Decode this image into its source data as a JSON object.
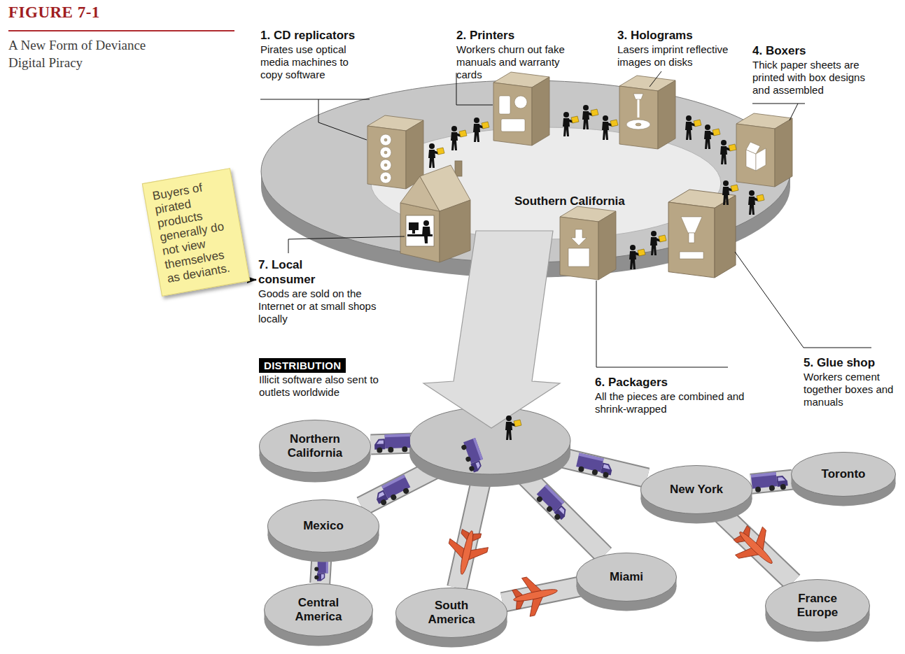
{
  "diagram": {
    "title": "FIGURE 7-1",
    "caption": "A New Form of Deviance Digital Piracy",
    "nodes": [
      {
        "text": [
          "Southern California"
        ]
      },
      {
        "text": [
          "1. CD replicators",
          "Pirates use optical media machines to copy software"
        ]
      },
      {
        "text": [
          "2. Printers",
          "Workers churn out fake manuals and warranty cards"
        ]
      },
      {
        "text": [
          "3. Holograms",
          "Lasers imprint reflective images on disks"
        ]
      },
      {
        "text": [
          "4. Boxers",
          "Thick paper sheets are printed with box designs and assembled"
        ]
      },
      {
        "text": [
          "5. Glue shop",
          "Workers cement together boxes and manuals"
        ]
      },
      {
        "text": [
          "6. Packagers",
          "All the pieces are combined and shrink-wrapped"
        ]
      },
      {
        "text": [
          "7. Local consumer",
          "Goods are sold on the Internet or at small shops locally"
        ]
      },
      {
        "text": [
          "Buyers of pirated products generally do not view themselves as deviants."
        ]
      },
      {
        "text": [
          "DISTRIBUTION",
          "Illicit software also sent to outlets worldwide"
        ]
      },
      {
        "text": [
          "Northern California"
        ]
      },
      {
        "text": [
          "Mexico"
        ]
      },
      {
        "text": [
          "Central America"
        ]
      },
      {
        "text": [
          "South America"
        ]
      },
      {
        "text": [
          "Miami"
        ]
      },
      {
        "text": [
          "New York"
        ]
      },
      {
        "text": [
          "Toronto"
        ]
      },
      {
        "text": [
          "France Europe"
        ]
      }
    ],
    "edges": [
      {
        "from": 0,
        "to": 10,
        "arrow": "none"
      },
      {
        "from": 0,
        "to": 11,
        "arrow": "none"
      },
      {
        "from": 11,
        "to": 12,
        "arrow": "none"
      },
      {
        "from": 0,
        "to": 13,
        "arrow": "none"
      },
      {
        "from": 0,
        "to": 14,
        "arrow": "none"
      },
      {
        "from": 13,
        "to": 14,
        "arrow": "none"
      },
      {
        "from": 0,
        "to": 15,
        "arrow": "none"
      },
      {
        "from": 15,
        "to": 16,
        "arrow": "none"
      },
      {
        "from": 15,
        "to": 17,
        "arrow": "none"
      },
      {
        "from": 8,
        "to": 7,
        "arrow": "to"
      }
    ]
  }
}
